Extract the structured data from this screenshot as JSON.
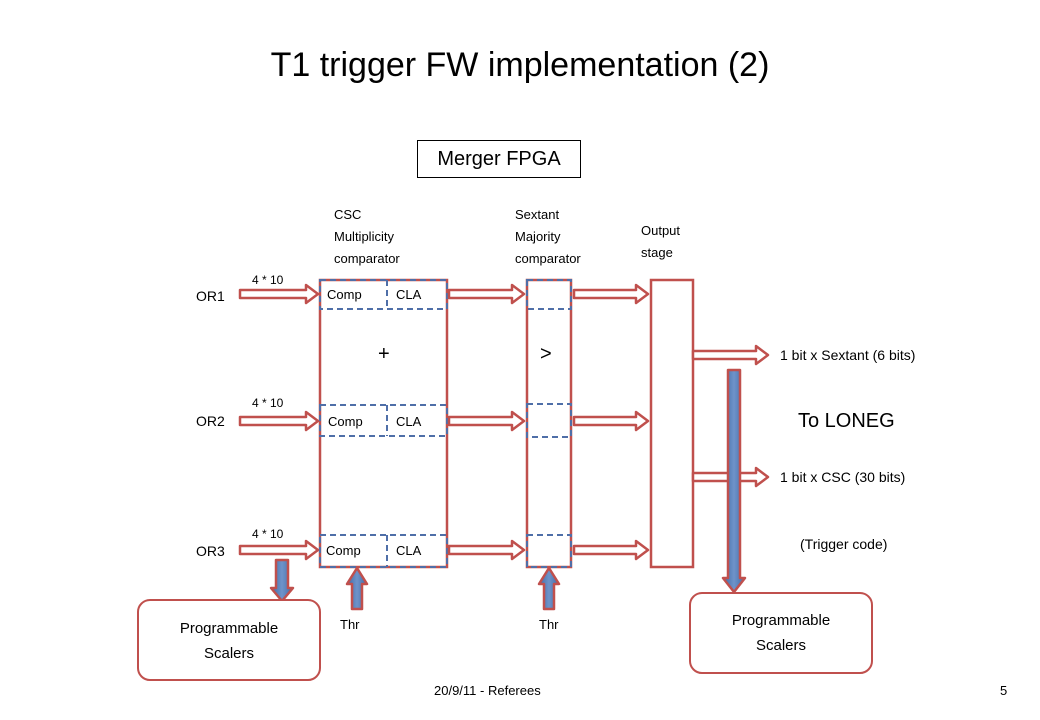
{
  "slide": {
    "title": "T1 trigger FW implementation (2)",
    "merger_label": "Merger FPGA",
    "column_labels": {
      "csc": [
        "CSC",
        "Multiplicity",
        "comparator"
      ],
      "sextant": [
        "Sextant",
        "Majority",
        "comparator"
      ],
      "output": [
        "Output",
        "stage"
      ]
    },
    "inputs": [
      {
        "name": "OR1",
        "width": "4 * 10"
      },
      {
        "name": "OR2",
        "width": "4 * 10"
      },
      {
        "name": "OR3",
        "width": "4 * 10"
      }
    ],
    "comp_label": "Comp",
    "cla_label": "CLA",
    "plus_symbol": "+",
    "greater_symbol": ">",
    "thr_label": "Thr",
    "outputs": {
      "sextant": "1 bit x Sextant (6 bits)",
      "destination": "To LONEG",
      "csc": "1 bit x CSC (30 bits)",
      "trigger_code": "(Trigger code)"
    },
    "scalers": [
      "Programmable",
      "Scalers"
    ],
    "footer": {
      "date_label": "20/9/11 - Referees",
      "page_number": "5"
    },
    "colors": {
      "arrow_outline": "#c0504d",
      "dashed_outline": "#4f6fa8",
      "vertical_arrow_fill": "#4f81bd"
    }
  }
}
